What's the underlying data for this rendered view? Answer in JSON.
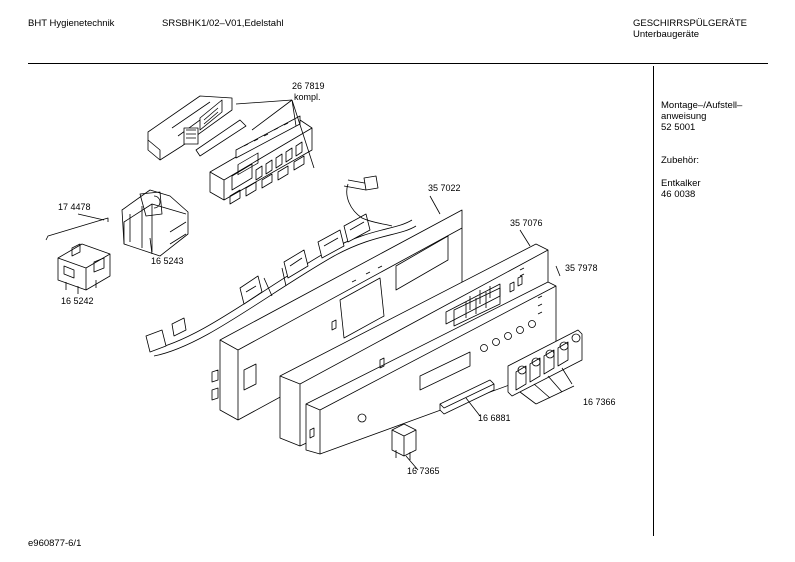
{
  "header": {
    "brand": "BHT Hygienetechnik",
    "model": "SRSBHK1/02–V01,Edelstahl",
    "category": "GESCHIRRSPÜLGERÄTE",
    "subcategory": "Unterbaugeräte"
  },
  "sidebar": {
    "manual": "Montage–/Aufstell–\nanweisung\n52 5001",
    "accessories_title": "Zubehör:",
    "accessory_item": "Entkalker\n46 0038"
  },
  "parts": {
    "p267819": "26 7819",
    "p267819_note": "kompl.",
    "p174478": "17 4478",
    "p165243": "16 5243",
    "p165242": "16 5242",
    "p357022": "35 7022",
    "p357076": "35 7076",
    "p357978": "35 7978",
    "p166881": "16 6881",
    "p167366": "16 7366",
    "p167365": "16 7365"
  },
  "footer": {
    "doc_id": "e960877-6/1"
  }
}
